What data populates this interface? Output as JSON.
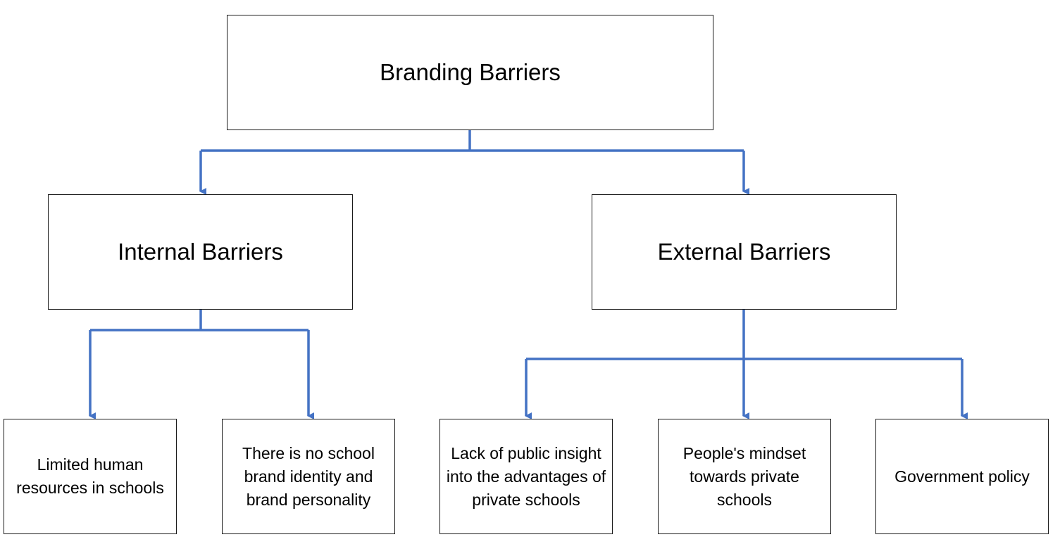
{
  "diagram": {
    "root": {
      "label": "Branding Barriers"
    },
    "internal": {
      "label": "Internal Barriers",
      "children": [
        "Limited human resources in schools",
        "There is no school brand identity and brand personality"
      ]
    },
    "external": {
      "label": "External Barriers",
      "children": [
        "Lack of public insight into the advantages of private schools",
        "People's mindset towards private schools",
        "Government policy"
      ]
    },
    "connector_color": "#4472C4",
    "border_color": "#1a1a1a"
  }
}
